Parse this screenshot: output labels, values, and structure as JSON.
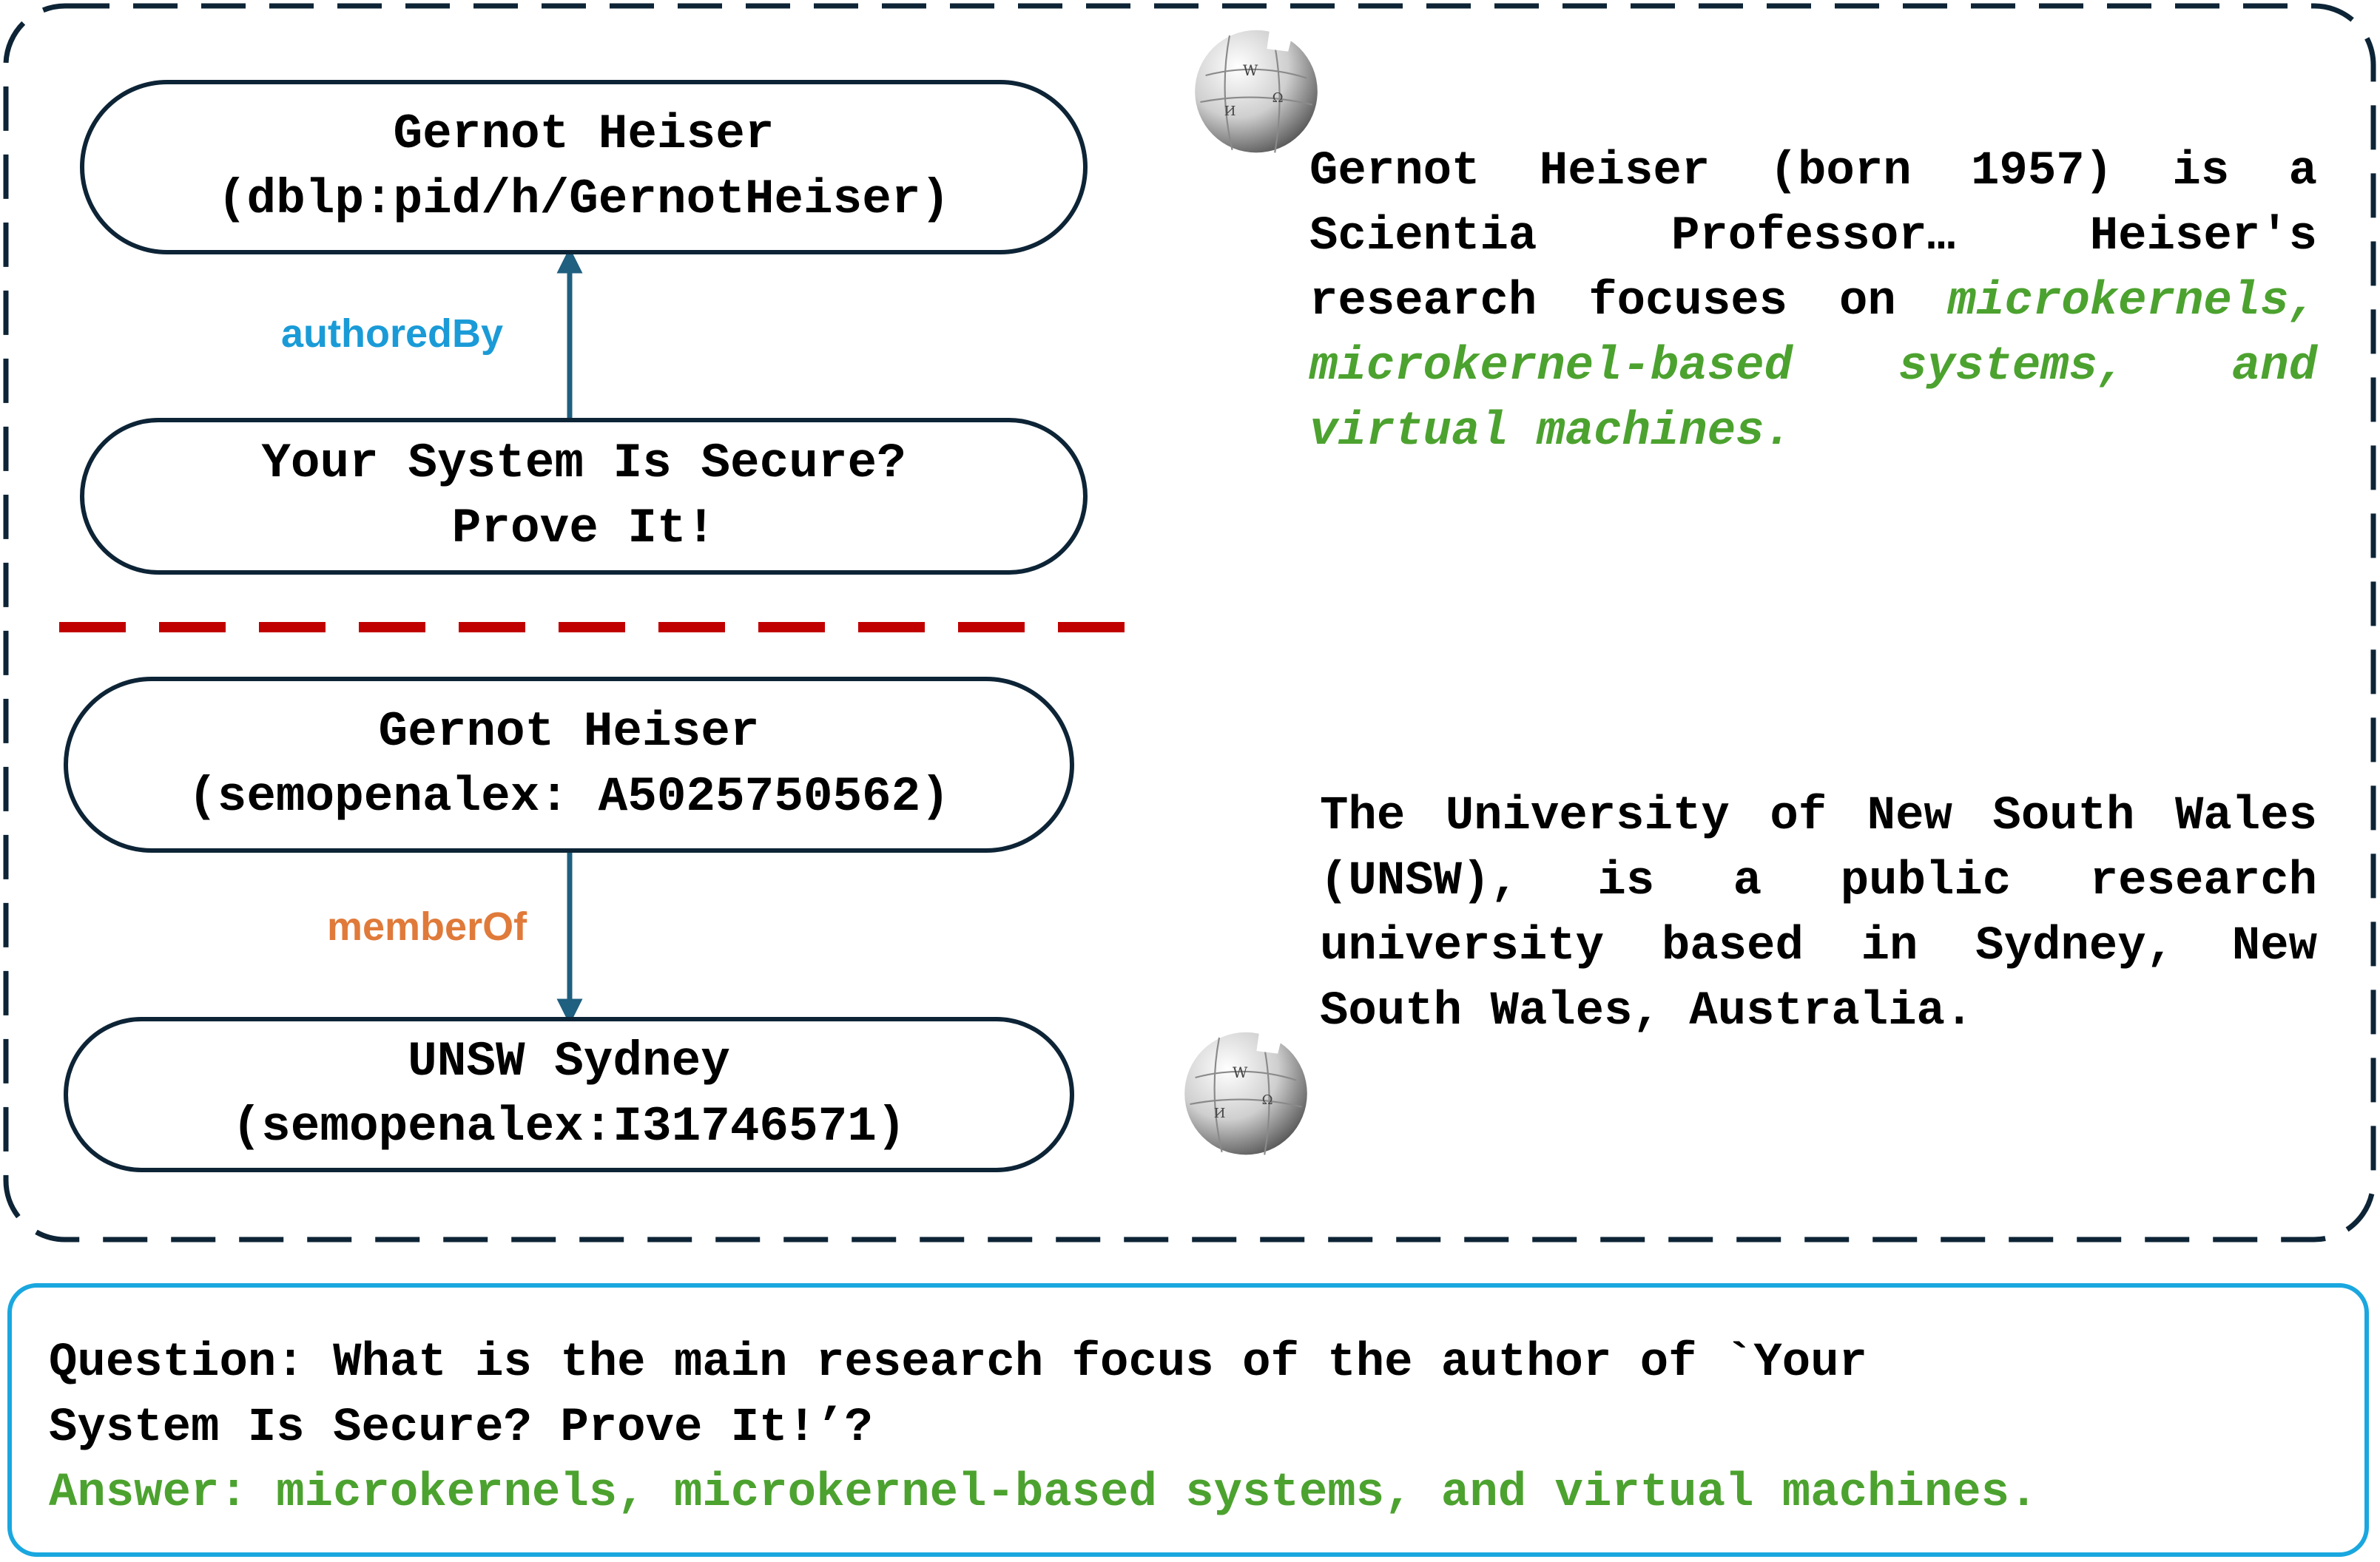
{
  "graph": {
    "top": {
      "node_author": {
        "line1": "Gernot Heiser",
        "line2": "(dblp:pid/h/GernotHeiser)"
      },
      "edge_label": "authoredBy",
      "node_paper": {
        "line1": "Your System Is Secure?",
        "line2": "Prove It!"
      }
    },
    "bottom": {
      "node_author": {
        "line1": "Gernot Heiser",
        "line2": "(semopenalex: A5025750562)"
      },
      "edge_label": "memberOf",
      "node_institution": {
        "line1": "UNSW Sydney",
        "line2": "(semopenalex:I31746571)"
      }
    }
  },
  "wiki": {
    "top": {
      "text_plain": "Gernot Heiser (born 1957) is a Scientia Professor… Heiser's research focuses on",
      "text_highlight": "microkernels, microkernel-based systems, and virtual machines."
    },
    "bottom": {
      "text_plain": "The University of New South Wales (UNSW), is a public research university based in Sydney, New South Wales, Australia."
    }
  },
  "qa": {
    "question_line1": "Question: What is the main research focus of the author of `Your",
    "question_line2": "System Is Secure? Prove It!’?",
    "answer": "Answer: microkernels, microkernel-based systems, and virtual machines."
  },
  "colors": {
    "node_border": "#0d2436",
    "arrow": "#1f5f7f",
    "authoredBy": "#1a9bd7",
    "memberOf": "#e07a3a",
    "highlight": "#4ca22f",
    "separator": "#c00000",
    "qa_border": "#1aa7df",
    "outer_frame": "#0d2436"
  },
  "icons": [
    "wikipedia-globe-icon"
  ]
}
